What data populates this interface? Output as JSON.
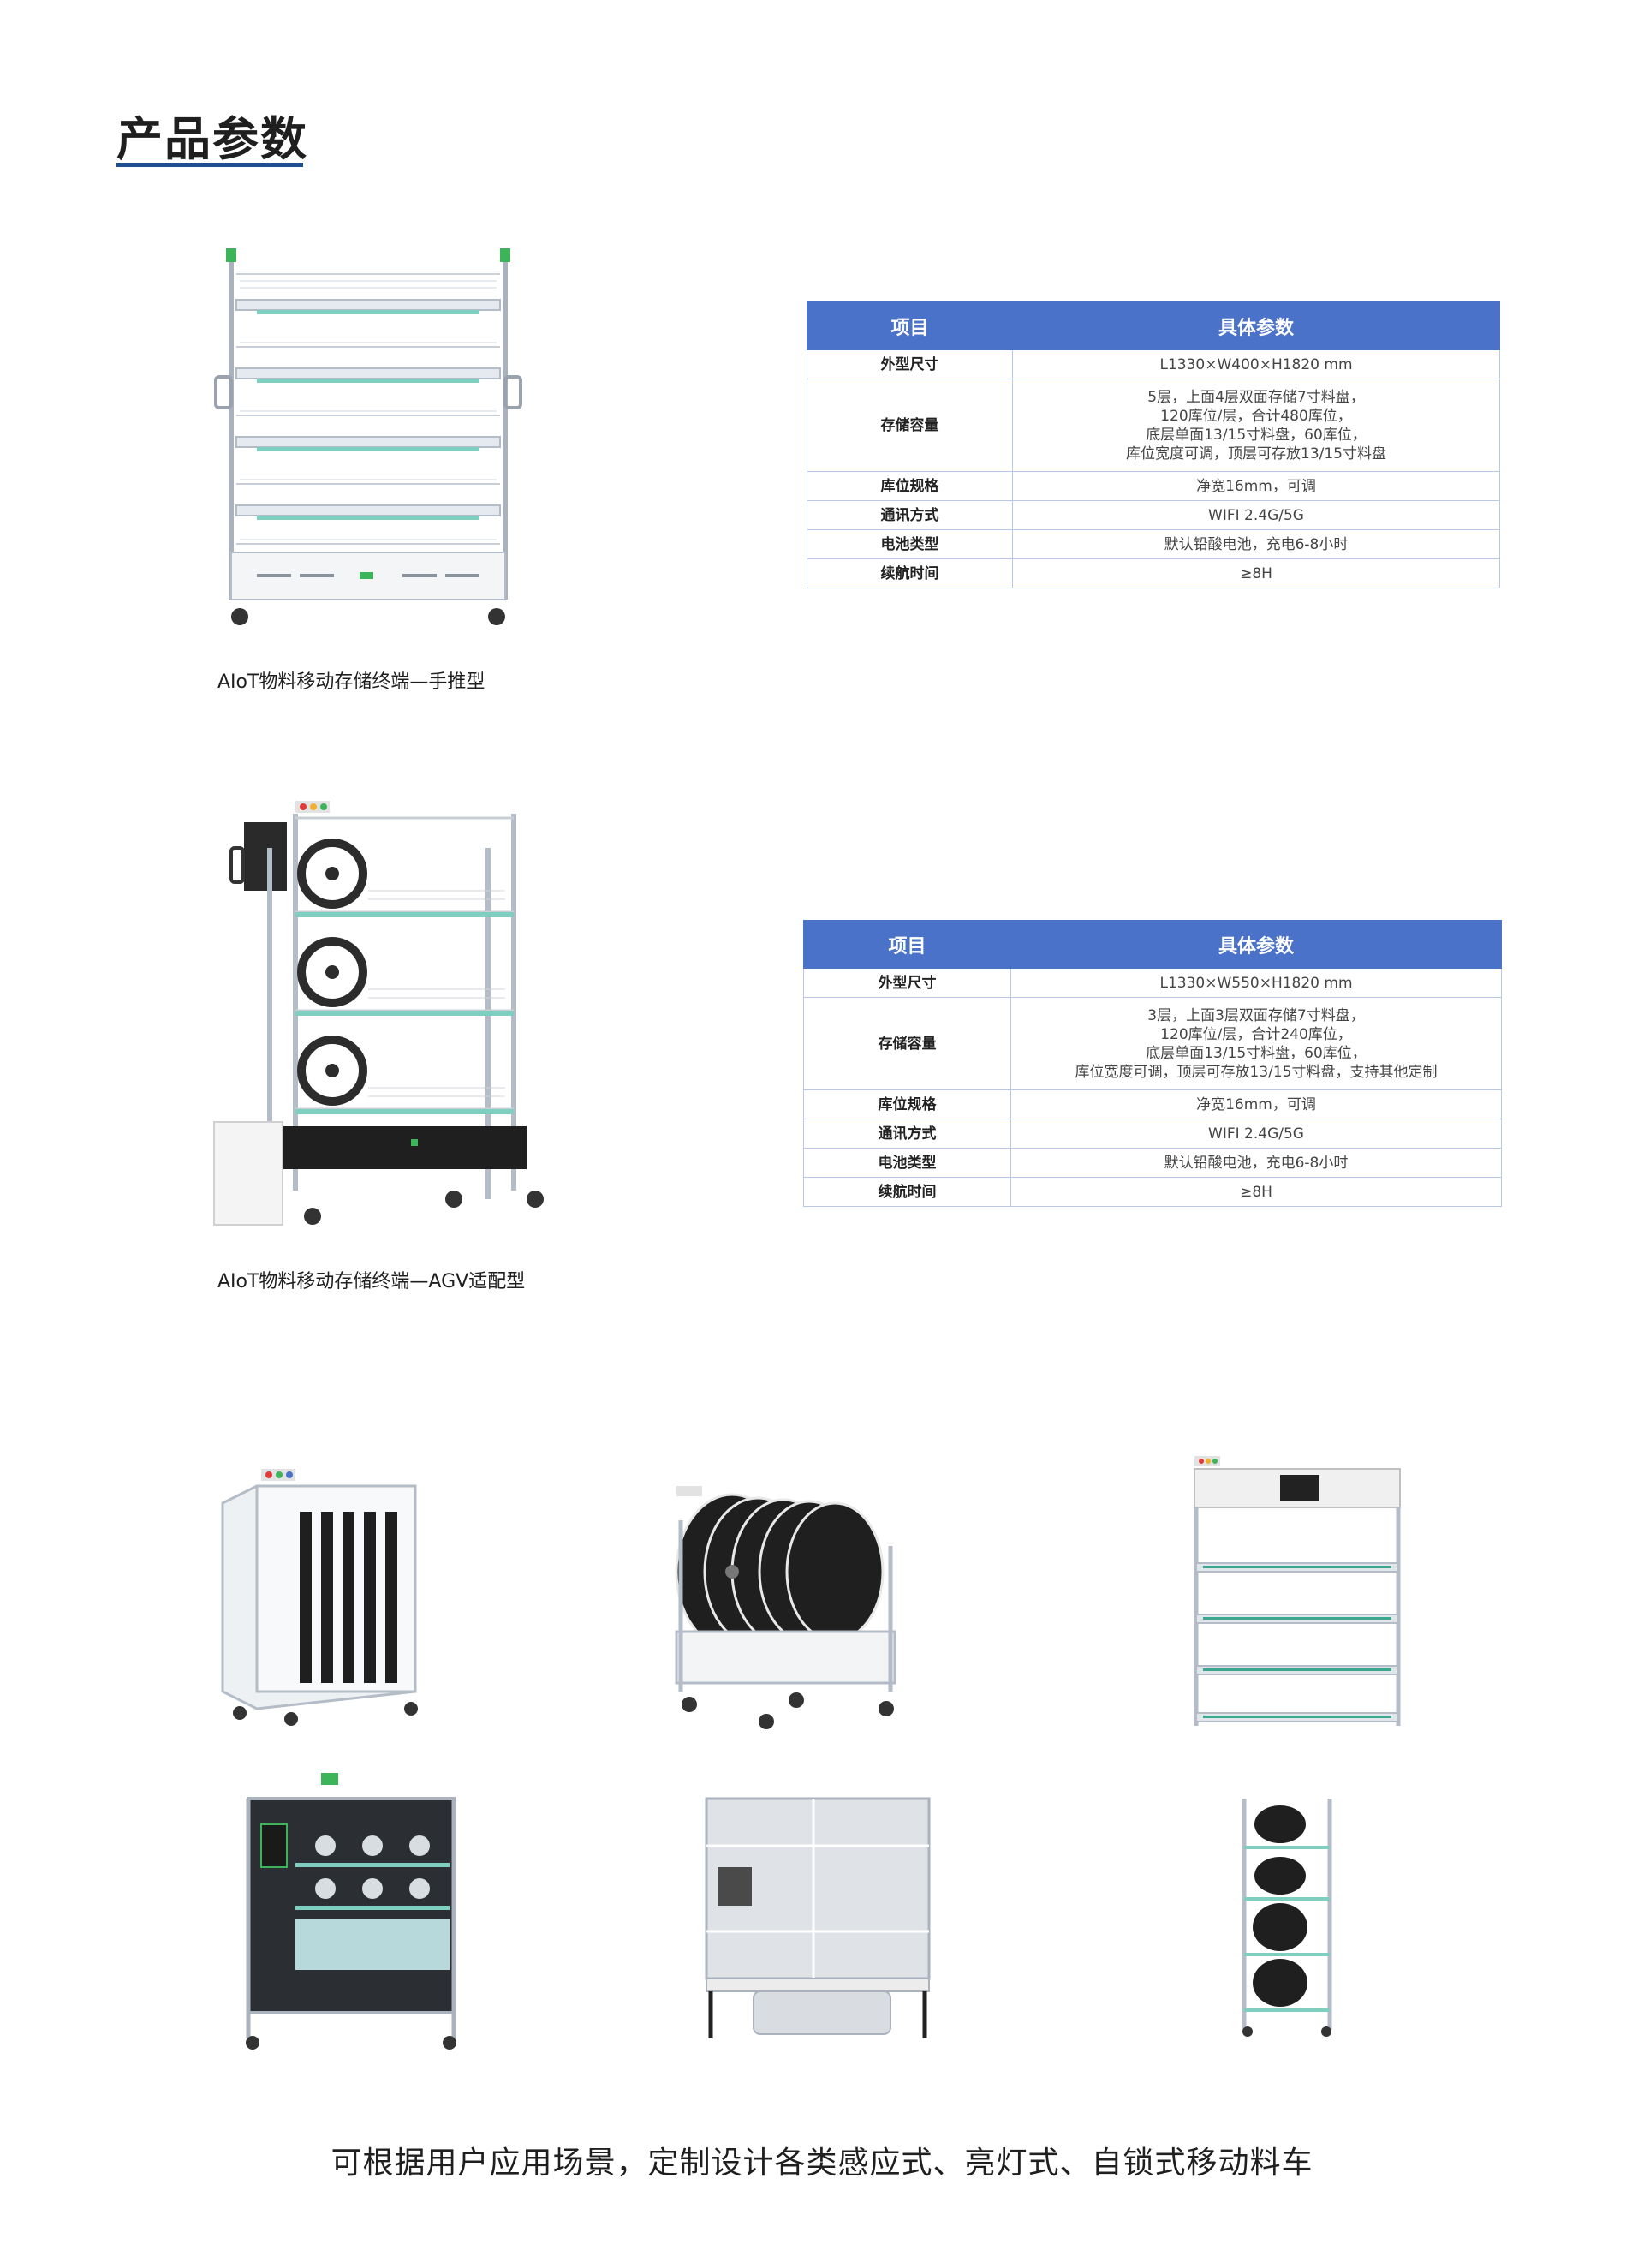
{
  "page": {
    "title": "产品参数"
  },
  "products": [
    {
      "caption": "AIoT物料移动存储终端—手推型",
      "table": {
        "header": [
          "项目",
          "具体参数"
        ],
        "rows": [
          {
            "key": "外型尺寸",
            "lines": [
              "L1330×W400×H1820 mm"
            ]
          },
          {
            "key": "存储容量",
            "lines": [
              "5层，上面4层双面存储7寸料盘，",
              "120库位/层，合计480库位，",
              "底层单面13/15寸料盘，60库位，",
              "库位宽度可调，顶层可存放13/15寸料盘"
            ]
          },
          {
            "key": "库位规格",
            "lines": [
              "净宽16mm，可调"
            ]
          },
          {
            "key": "通讯方式",
            "lines": [
              "WIFI 2.4G/5G"
            ]
          },
          {
            "key": "电池类型",
            "lines": [
              "默认铅酸电池，充电6-8小时"
            ]
          },
          {
            "key": "续航时间",
            "lines": [
              "≥8H"
            ]
          }
        ]
      }
    },
    {
      "caption": "AIoT物料移动存储终端—AGV适配型",
      "table": {
        "header": [
          "项目",
          "具体参数"
        ],
        "rows": [
          {
            "key": "外型尺寸",
            "lines": [
              "L1330×W550×H1820 mm"
            ]
          },
          {
            "key": "存储容量",
            "lines": [
              "3层，上面3层双面存储7寸料盘，",
              "120库位/层，合计240库位，",
              "底层单面13/15寸料盘，60库位，",
              "库位宽度可调，顶层可存放13/15寸料盘，支持其他定制"
            ]
          },
          {
            "key": "库位规格",
            "lines": [
              "净宽16mm，可调"
            ]
          },
          {
            "key": "通讯方式",
            "lines": [
              "WIFI 2.4G/5G"
            ]
          },
          {
            "key": "电池类型",
            "lines": [
              "默认铅酸电池，充电6-8小时"
            ]
          },
          {
            "key": "续航时间",
            "lines": [
              "≥8H"
            ]
          }
        ]
      }
    }
  ],
  "colors": {
    "header_bg": "#4a72c9",
    "accent": "#1d4f91",
    "shelf_accent": "#7fcfc0"
  },
  "footer": {
    "text": "可根据用户应用场景，定制设计各类感应式、亮灯式、自锁式移动料车"
  }
}
